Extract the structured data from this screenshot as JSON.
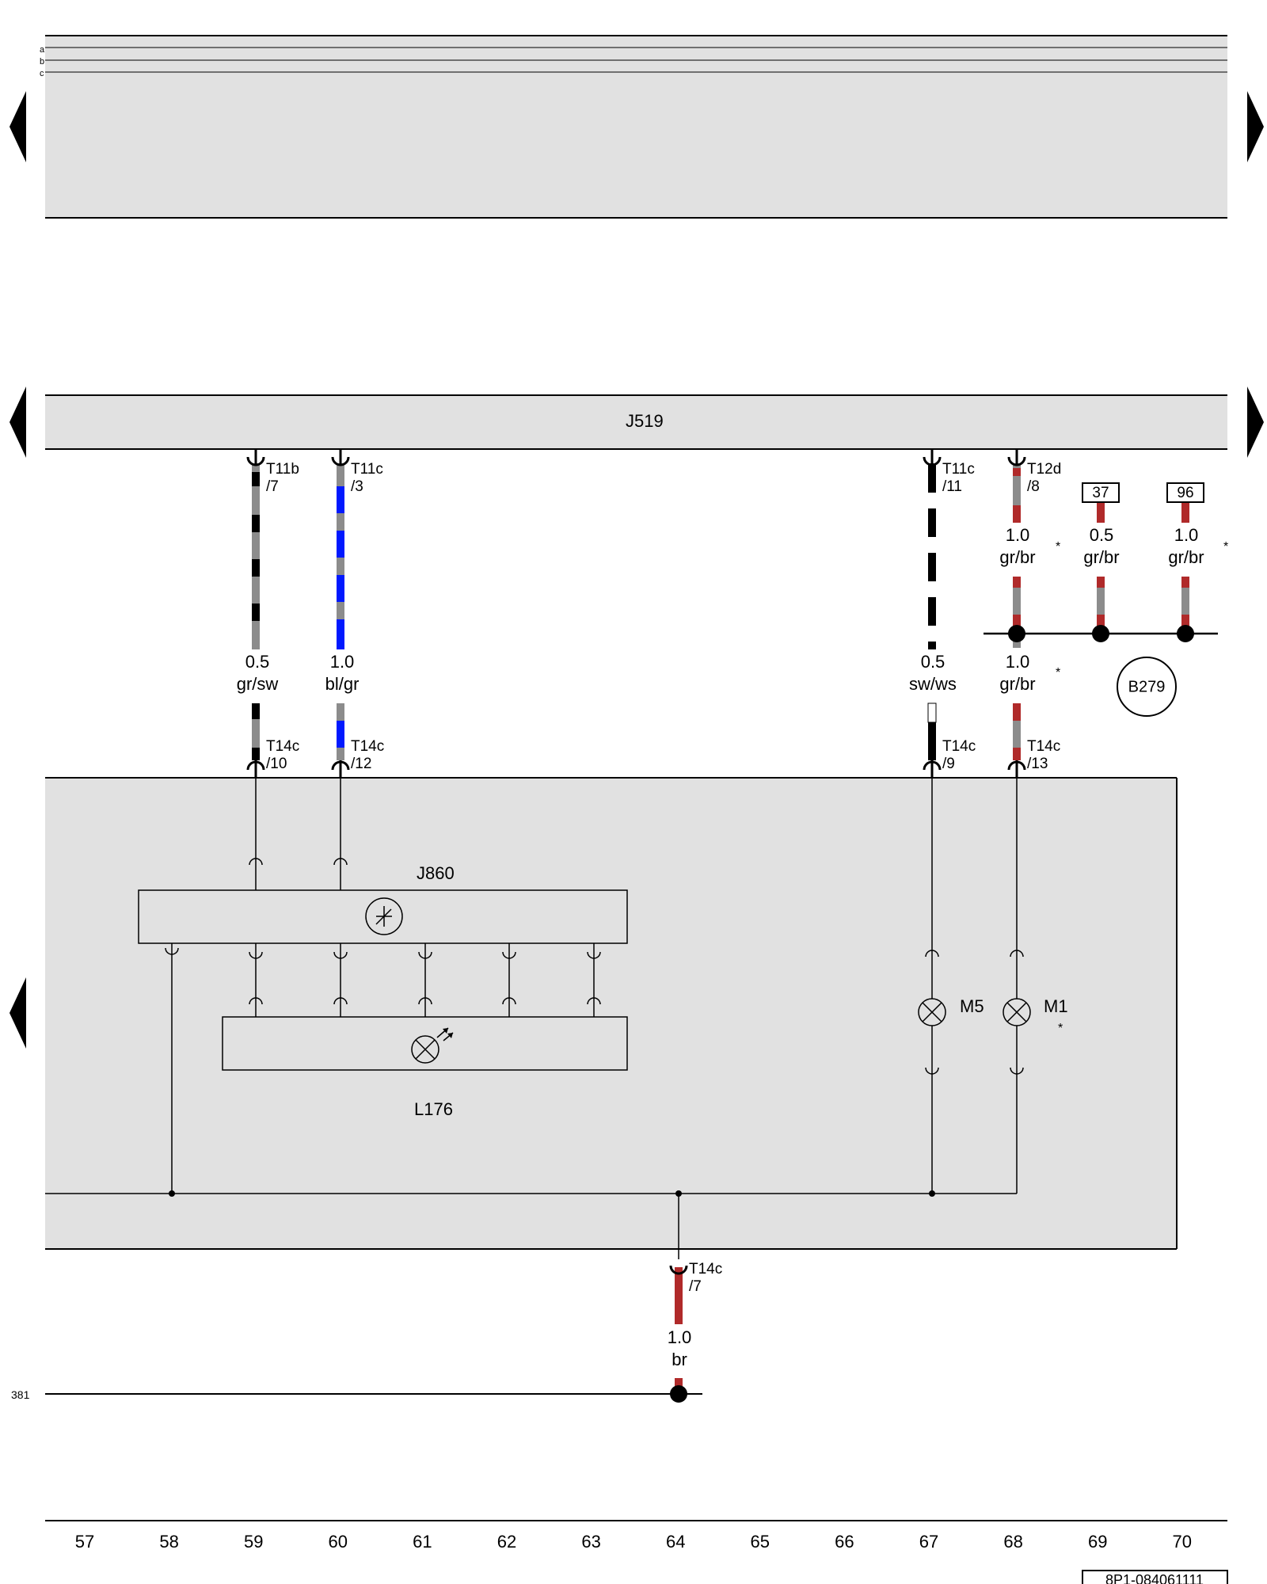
{
  "rail_labels": [
    "a",
    "b",
    "c"
  ],
  "modules": {
    "top_module": "J519",
    "bottom_module": "J860"
  },
  "components": {
    "switch_ctrl": "J860",
    "lamp": "L176",
    "m5": "M5",
    "m1": "M1",
    "b279": "B279"
  },
  "connectors": [
    {
      "id": "T11b",
      "pin": "/7"
    },
    {
      "id": "T11c",
      "pin": "/3"
    },
    {
      "id": "T11c",
      "pin": "/11"
    },
    {
      "id": "T12d",
      "pin": "/8"
    },
    {
      "id": "T14c",
      "pin": "/10"
    },
    {
      "id": "T14c",
      "pin": "/12"
    },
    {
      "id": "T14c",
      "pin": "/9"
    },
    {
      "id": "T14c",
      "pin": "/13"
    },
    {
      "id": "T14c",
      "pin": "/7"
    }
  ],
  "wires": [
    {
      "size": "0.5",
      "color": "gr/sw"
    },
    {
      "size": "1.0",
      "color": "bl/gr"
    },
    {
      "size": "0.5",
      "color": "sw/ws"
    },
    {
      "size": "1.0",
      "color": "gr/br"
    },
    {
      "size": "1.0",
      "color": "gr/br"
    },
    {
      "size": "0.5",
      "color": "gr/br"
    },
    {
      "size": "1.0",
      "color": "gr/br"
    },
    {
      "size": "1.0",
      "color": "br"
    }
  ],
  "ref_boxes": [
    "37",
    "96"
  ],
  "star": "*",
  "ground_ref": "381",
  "track_numbers": [
    "57",
    "58",
    "59",
    "60",
    "61",
    "62",
    "63",
    "64",
    "65",
    "66",
    "67",
    "68",
    "69",
    "70"
  ],
  "diagram_id": "8P1-084061111",
  "colors": {
    "gray": "#8c8c8c",
    "black": "#000000",
    "blue": "#0019ff",
    "brown": "#b02a2a",
    "white": "#ffffff",
    "panel": "#e1e1e1"
  }
}
